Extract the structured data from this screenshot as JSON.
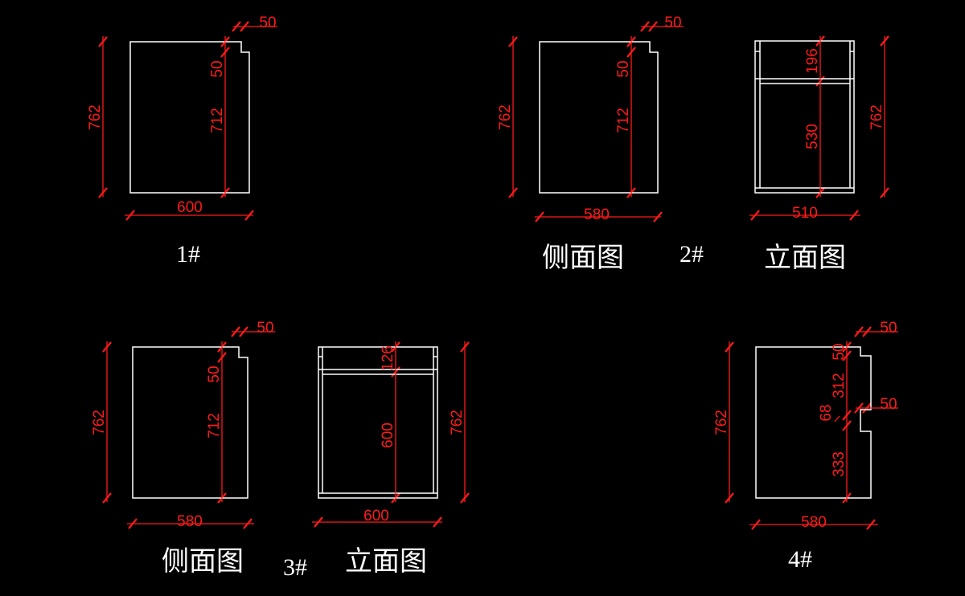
{
  "colors": {
    "background": "#000000",
    "geometry": "#ffffff",
    "dimension": "#ff1a1a"
  },
  "drawings": [
    {
      "id": "1#",
      "label": "1#",
      "dims": {
        "height": "762",
        "width": "600",
        "notch": "50",
        "top": "50",
        "lower": "712"
      }
    },
    {
      "id": "2#",
      "label": "2#",
      "side": {
        "caption": "侧面图",
        "height": "762",
        "width": "580",
        "notch": "50",
        "top": "50",
        "lower": "712"
      },
      "front": {
        "caption": "立面图",
        "height": "762",
        "width": "510",
        "top": "196",
        "lower": "530"
      }
    },
    {
      "id": "3#",
      "label": "3#",
      "side": {
        "caption": "侧面图",
        "height": "762",
        "width": "580",
        "notch": "50",
        "top": "50",
        "lower": "712"
      },
      "front": {
        "caption": "立面图",
        "height": "762",
        "width": "600",
        "top": "126",
        "lower": "600"
      }
    },
    {
      "id": "4#",
      "label": "4#",
      "dims": {
        "height": "762",
        "width": "580",
        "notch_top": "50",
        "notch_mid": "50",
        "top": "50",
        "upper": "312",
        "gap": "68",
        "lower": "333"
      }
    }
  ]
}
